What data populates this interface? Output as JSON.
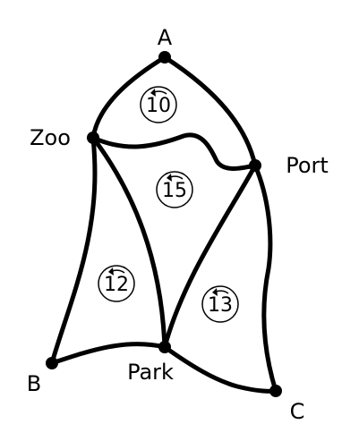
{
  "nodes": [
    {
      "id": "A",
      "label": "A"
    },
    {
      "id": "Zoo",
      "label": "Zoo"
    },
    {
      "id": "Port",
      "label": "Port"
    },
    {
      "id": "B",
      "label": "B"
    },
    {
      "id": "Park",
      "label": "Park"
    },
    {
      "id": "C",
      "label": "C"
    }
  ],
  "edges": [
    [
      "A",
      "Zoo"
    ],
    [
      "A",
      "Port"
    ],
    [
      "Zoo",
      "Port"
    ],
    [
      "Zoo",
      "Park"
    ],
    [
      "Zoo",
      "B"
    ],
    [
      "Port",
      "Park"
    ],
    [
      "Port",
      "C"
    ],
    [
      "B",
      "Park"
    ],
    [
      "Park",
      "C"
    ]
  ],
  "regions": [
    {
      "id": "r1",
      "value": "10",
      "bounded_by": [
        "A",
        "Zoo",
        "Port"
      ],
      "arrow": "counterclockwise"
    },
    {
      "id": "r2",
      "value": "15",
      "bounded_by": [
        "Zoo",
        "Port",
        "Park"
      ],
      "arrow": "counterclockwise"
    },
    {
      "id": "r3",
      "value": "12",
      "bounded_by": [
        "Zoo",
        "Park",
        "B"
      ],
      "arrow": "counterclockwise"
    },
    {
      "id": "r4",
      "value": "13",
      "bounded_by": [
        "Port",
        "Park",
        "C"
      ],
      "arrow": "counterclockwise"
    }
  ]
}
